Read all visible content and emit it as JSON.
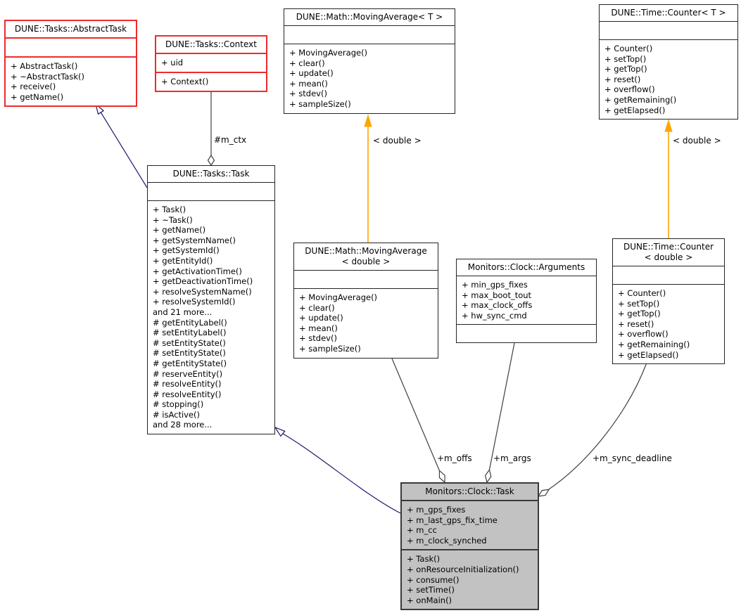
{
  "colors": {
    "class_border": "#242424",
    "red_border": "#ee2b2b",
    "main_fill": "#c2c2c2",
    "main_border": "#3a3a3a",
    "inheritance": "#191970",
    "template": "#ffa500",
    "association": "#3f3f3f"
  },
  "classes": {
    "abstract_task": {
      "title": [
        "DUNE::Tasks::AbstractTask"
      ],
      "attributes": [],
      "methods": [
        "+ AbstractTask()",
        "+ ~AbstractTask()",
        "+ receive()",
        "+ getName()"
      ]
    },
    "context": {
      "title": [
        "DUNE::Tasks::Context"
      ],
      "attributes": [
        "+ uid"
      ],
      "methods": [
        "+ Context()"
      ]
    },
    "moving_average_t": {
      "title": [
        "DUNE::Math::MovingAverage< T >"
      ],
      "attributes": [],
      "methods": [
        "+ MovingAverage()",
        "+ clear()",
        "+ update()",
        "+ mean()",
        "+ stdev()",
        "+ sampleSize()"
      ]
    },
    "counter_t": {
      "title": [
        "DUNE::Time::Counter< T >"
      ],
      "attributes": [],
      "methods": [
        "+ Counter()",
        "+ setTop()",
        "+ getTop()",
        "+ reset()",
        "+ overflow()",
        "+ getRemaining()",
        "+ getElapsed()"
      ]
    },
    "task": {
      "title": [
        "DUNE::Tasks::Task"
      ],
      "attributes": [],
      "methods": [
        "+ Task()",
        "+ ~Task()",
        "+ getName()",
        "+ getSystemName()",
        "+ getSystemId()",
        "+ getEntityId()",
        "+ getActivationTime()",
        "+ getDeactivationTime()",
        "+ resolveSystemName()",
        "+ resolveSystemId()",
        "and 21 more...",
        "# getEntityLabel()",
        "# setEntityLabel()",
        "# setEntityState()",
        "# setEntityState()",
        "# getEntityState()",
        "# reserveEntity()",
        "# resolveEntity()",
        "# resolveEntity()",
        "# stopping()",
        "# isActive()",
        "and 28 more..."
      ]
    },
    "moving_average_double": {
      "title": [
        "DUNE::Math::MovingAverage",
        "< double >"
      ],
      "attributes": [],
      "methods": [
        "+ MovingAverage()",
        "+ clear()",
        "+ update()",
        "+ mean()",
        "+ stdev()",
        "+ sampleSize()"
      ]
    },
    "arguments": {
      "title": [
        "Monitors::Clock::Arguments"
      ],
      "attributes": [
        "+ min_gps_fixes",
        "+ max_boot_tout",
        "+ max_clock_offs",
        "+ hw_sync_cmd"
      ],
      "methods": []
    },
    "counter_double": {
      "title": [
        "DUNE::Time::Counter",
        "< double >"
      ],
      "attributes": [],
      "methods": [
        "+ Counter()",
        "+ setTop()",
        "+ getTop()",
        "+ reset()",
        "+ overflow()",
        "+ getRemaining()",
        "+ getElapsed()"
      ]
    },
    "clock_task": {
      "title": [
        "Monitors::Clock::Task"
      ],
      "attributes": [
        "+ m_gps_fixes",
        "+ m_last_gps_fix_time",
        "+ m_cc",
        "+ m_clock_synched"
      ],
      "methods": [
        "+ Task()",
        "+ onResourceInitialization()",
        "+ consume()",
        "+ setTime()",
        "+ onMain()"
      ]
    }
  },
  "edge_labels": {
    "m_ctx": "#m_ctx",
    "moving_average_instance": "< double >",
    "counter_instance": "< double >",
    "m_offs": "+m_offs",
    "m_args": "+m_args",
    "m_sync_deadline": "+m_sync_deadline"
  }
}
